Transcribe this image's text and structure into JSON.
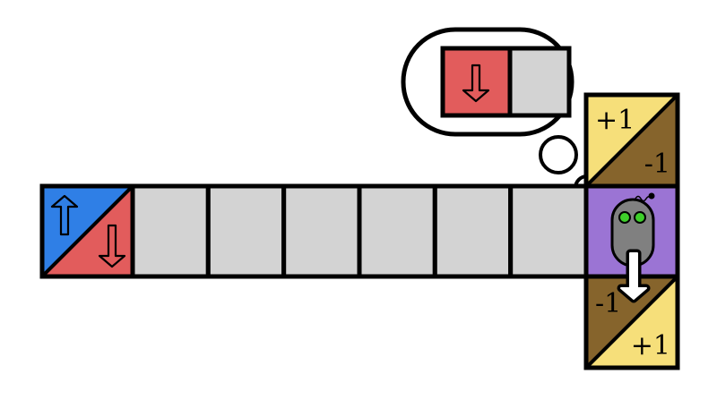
{
  "colors": {
    "background": "#ffffff",
    "corridor_cell": "#d3d3d3",
    "up_cue": "#2f7fe6",
    "down_cue": "#e25c5c",
    "agent_cell": "#9b74d4",
    "arm_light": "#f6df7a",
    "arm_dark": "#86642c",
    "robot_body": "#808080",
    "robot_eyes": "#3ecf2a",
    "outline": "#000000"
  },
  "icons": {
    "up_cue": "arrow-up-icon",
    "down_cue": "arrow-down-icon",
    "agent": "robot-icon",
    "agent_action": "arrow-down-icon",
    "thought": "thought-bubble-icon"
  },
  "maze": {
    "corridor_length": 6,
    "cue": [
      "up",
      "down"
    ],
    "upper_arm": {
      "top_reward": "+1",
      "bottom_reward": "-1"
    },
    "lower_arm": {
      "top_reward": "-1",
      "bottom_reward": "+1"
    }
  },
  "memory": {
    "slots": [
      "down",
      "empty"
    ]
  },
  "agent": {
    "facing": "down"
  }
}
